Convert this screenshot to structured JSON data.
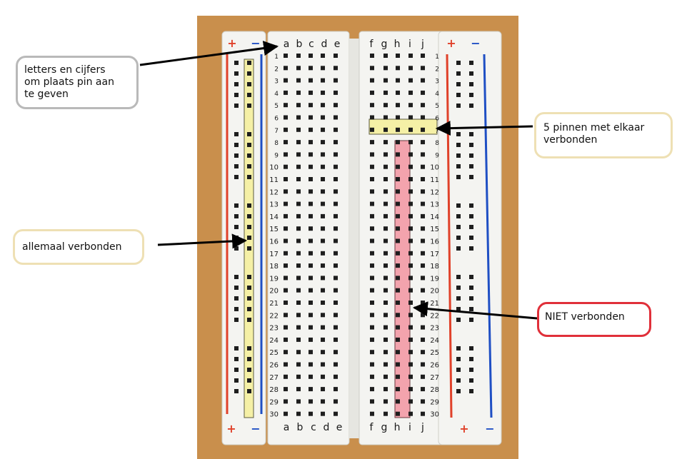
{
  "breadboard": {
    "letters_top": [
      "a",
      "b",
      "c",
      "d",
      "e",
      "f",
      "g",
      "h",
      "i",
      "j"
    ],
    "letters_bottom": [
      "a",
      "b",
      "c",
      "d",
      "e",
      "f",
      "g",
      "h",
      "i",
      "j"
    ],
    "rows": 30,
    "rail_plus": "+",
    "rail_minus": "−"
  },
  "callouts": {
    "letters": {
      "lines": [
        "letters en cijfers",
        "om plaats pin aan",
        "te geven"
      ],
      "border_color": "#b9b9b9"
    },
    "connected5": {
      "lines": [
        "5 pinnen met elkaar",
        "verbonden"
      ],
      "border_color": "#eee0b4"
    },
    "all_connected": {
      "lines": [
        "allemaal verbonden"
      ],
      "border_color": "#eee0b4"
    },
    "not_connected": {
      "lines": [
        "NIET verbonden"
      ],
      "border_color": "#e0303a"
    }
  },
  "colors": {
    "table_wood": "#c98f4c",
    "board": "#f4f4f1",
    "rail_red": "#e0412a",
    "rail_blue": "#1f4fc4",
    "highlight_yellow": "#f5f0a6",
    "highlight_red": "#f3a3ad"
  }
}
